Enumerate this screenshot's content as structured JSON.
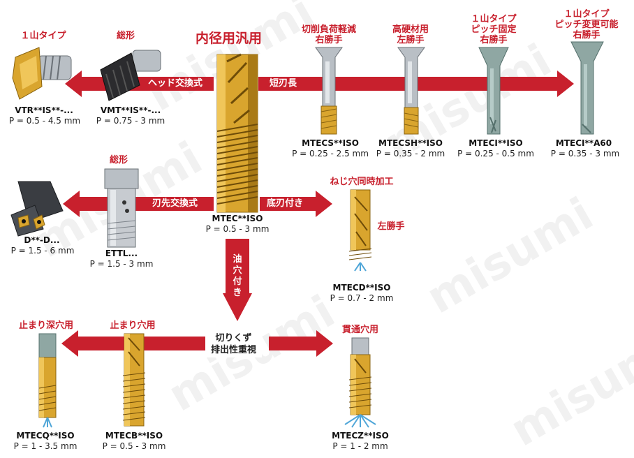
{
  "title": "内径用汎用",
  "watermark": "misumi",
  "center_tool": {
    "model": "MTEC**ISO",
    "pitch": "P = 0.5 - 3 mm"
  },
  "branches": {
    "head_exchange": {
      "label": "ヘッド交換式"
    },
    "short_blade": {
      "label": "短刃長"
    },
    "blade_exchange": {
      "label": "刃先交換式"
    },
    "bottom_blade": {
      "label": "底刃付き"
    },
    "oil_hole": {
      "label": "油穴付き"
    },
    "chip_evac": {
      "label_line1": "切りくず",
      "label_line2": "排出性重視"
    }
  },
  "tools": {
    "vtr": {
      "caption": "１山タイプ",
      "model": "VTR**IS**-...",
      "pitch": "P = 0.5 - 4.5 mm"
    },
    "vmt": {
      "caption": "総形",
      "model": "VMT**IS**-...",
      "pitch": "P = 0.75 - 3 mm"
    },
    "mtecs": {
      "caption_line1": "切削負荷軽減",
      "caption_line2": "右勝手",
      "model": "MTECS**ISO",
      "pitch": "P = 0.25 - 2.5 mm"
    },
    "mtecsh": {
      "caption_line1": "高硬材用",
      "caption_line2": "左勝手",
      "model": "MTECSH**ISO",
      "pitch": "P = 0.35 - 2 mm"
    },
    "mteci": {
      "caption_line1": "１山タイプ",
      "caption_line2": "ピッチ固定",
      "caption_line3": "右勝手",
      "model": "MTECI**ISO",
      "pitch": "P = 0.25 - 0.5 mm"
    },
    "mteci_a60": {
      "caption_line1": "１山タイプ",
      "caption_line2": "ピッチ変更可能",
      "caption_line3": "右勝手",
      "model": "MTECI**A60",
      "pitch": "P = 0.35 - 3 mm"
    },
    "d": {
      "model": "D**-D...",
      "pitch": "P = 1.5 - 6 mm"
    },
    "ettl": {
      "caption": "総形",
      "model": "ETTL...",
      "pitch": "P = 1.5 - 3 mm"
    },
    "mtecd": {
      "caption_line1": "ねじ穴同時加工",
      "caption_line2": "左勝手",
      "model": "MTECD**ISO",
      "pitch": "P = 0.7 - 2 mm"
    },
    "mtecq": {
      "caption": "止まり深穴用",
      "model": "MTECQ**ISO",
      "pitch": "P = 1 - 3.5 mm"
    },
    "mtecb": {
      "caption": "止まり穴用",
      "model": "MTECB**ISO",
      "pitch": "P = 0.5 - 3 mm"
    },
    "mtecz": {
      "caption": "貫通穴用",
      "model": "MTECZ**ISO",
      "pitch": "P = 1 - 2 mm"
    }
  },
  "colors": {
    "accent_red": "#c8202d",
    "gold": "#d9a52e",
    "steel": "#b9bfc5",
    "teal_steel": "#8fa7a3"
  }
}
